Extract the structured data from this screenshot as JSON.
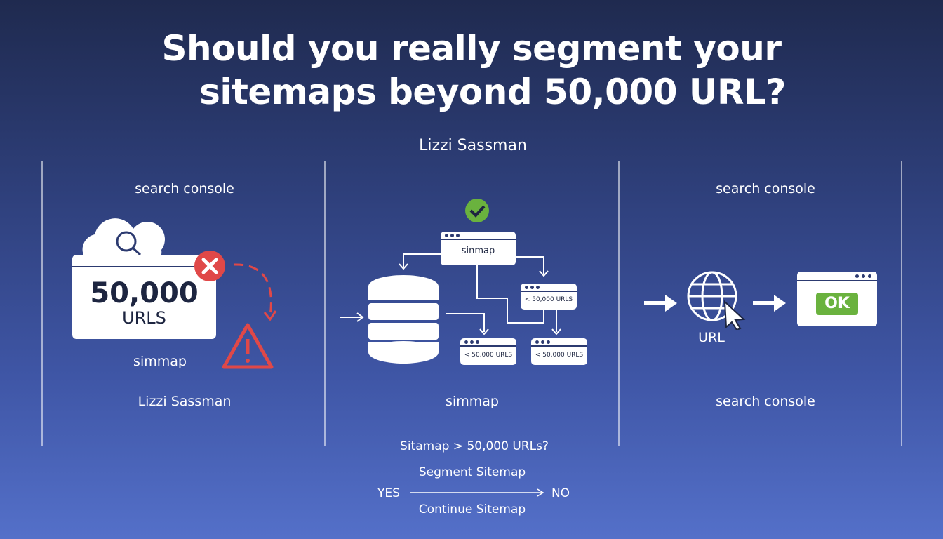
{
  "title_line1": "Should you really segment your",
  "title_line2": "sitemaps beyond 50,000 URL?",
  "author_top": "Lizzi Sassman",
  "left": {
    "heading": "search console",
    "big_number": "50,000",
    "unit": "URLS",
    "caption": "simmap",
    "author": "Lizzi Sassman"
  },
  "middle": {
    "sitemap_label": "sinmap",
    "child1": "< 50,000 URLS",
    "child2": "< 50,000 URLS",
    "child3": "< 50,000 URLS",
    "caption": "simmap"
  },
  "right": {
    "heading": "search console",
    "url_label": "URL",
    "ok_label": "OK",
    "caption": "search console"
  },
  "decision": {
    "question": "Sitamap > 50,000 URLs?",
    "top_label": "Segment Sitemap",
    "yes": "YES",
    "no": "NO",
    "bottom_label": "Continue Sitemap"
  },
  "colors": {
    "error": "#e04848",
    "success": "#6ab23e"
  }
}
